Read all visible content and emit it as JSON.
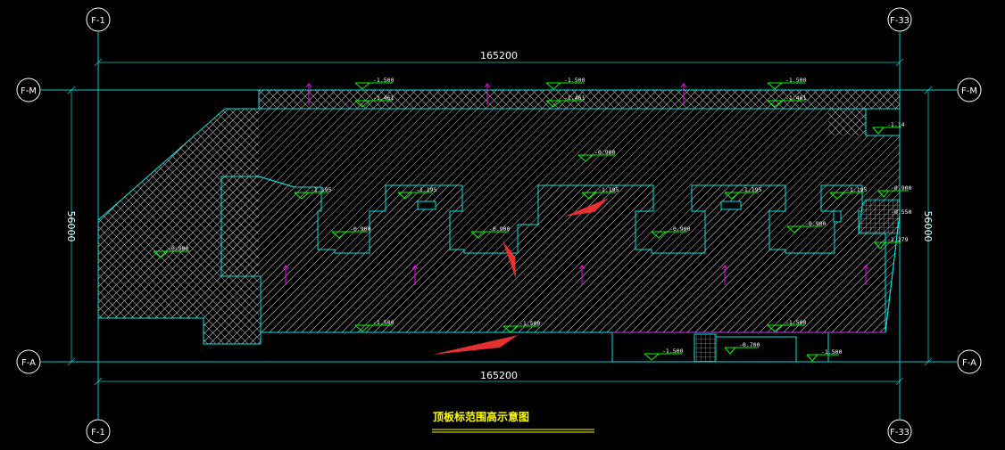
{
  "drawing": {
    "title": "顶板标范围高示意图",
    "colors": {
      "background": "#000000",
      "outline": "#00e5e5",
      "hatch": "#b8b8b8",
      "grid": "#00cccc",
      "elevation_symbol": "#00ff00",
      "slope_mark": "#ff00ff",
      "arrow": "#e53030",
      "title": "#ffff00"
    },
    "grid_labels": {
      "f1_top": "F-1",
      "f33_top": "F-33",
      "fm_left": "F-M",
      "fm_right": "F-M",
      "fa_left": "F-A",
      "fa_right": "F-A",
      "f1_bottom": "F-1",
      "f33_bottom": "F-33"
    },
    "dimensions": {
      "top_width": "165200",
      "bottom_width": "165200",
      "left_height": "56000",
      "right_height": "56000"
    },
    "elevations": {
      "top_1": "-1.500",
      "top_2": "-1.500",
      "top_3": "-1.500",
      "top_4": "-1.461",
      "top_5": "-1.461",
      "top_6": "-1.461",
      "right_1": "-1.14",
      "mid_center": "-0.900",
      "left_mid": "-0.900",
      "court_1": "-1.195",
      "court_2": "-1.195",
      "court_3": "-1.195",
      "court_4": "-1.195",
      "court_5": "-1.195",
      "notch_1": "-0.900",
      "notch_2": "-0.900",
      "notch_3": "-0.900",
      "notch_4": "-0.900",
      "right_2": "-0.900",
      "right_3": "-0.550",
      "right_4": "-1.279",
      "bottom_1": "-1.500",
      "bottom_2": "-1.500",
      "bottom_3": "-1.500",
      "bottom_4": "-1.500",
      "bottom_5": "-1.500",
      "bottom_6": "-0.700"
    }
  }
}
